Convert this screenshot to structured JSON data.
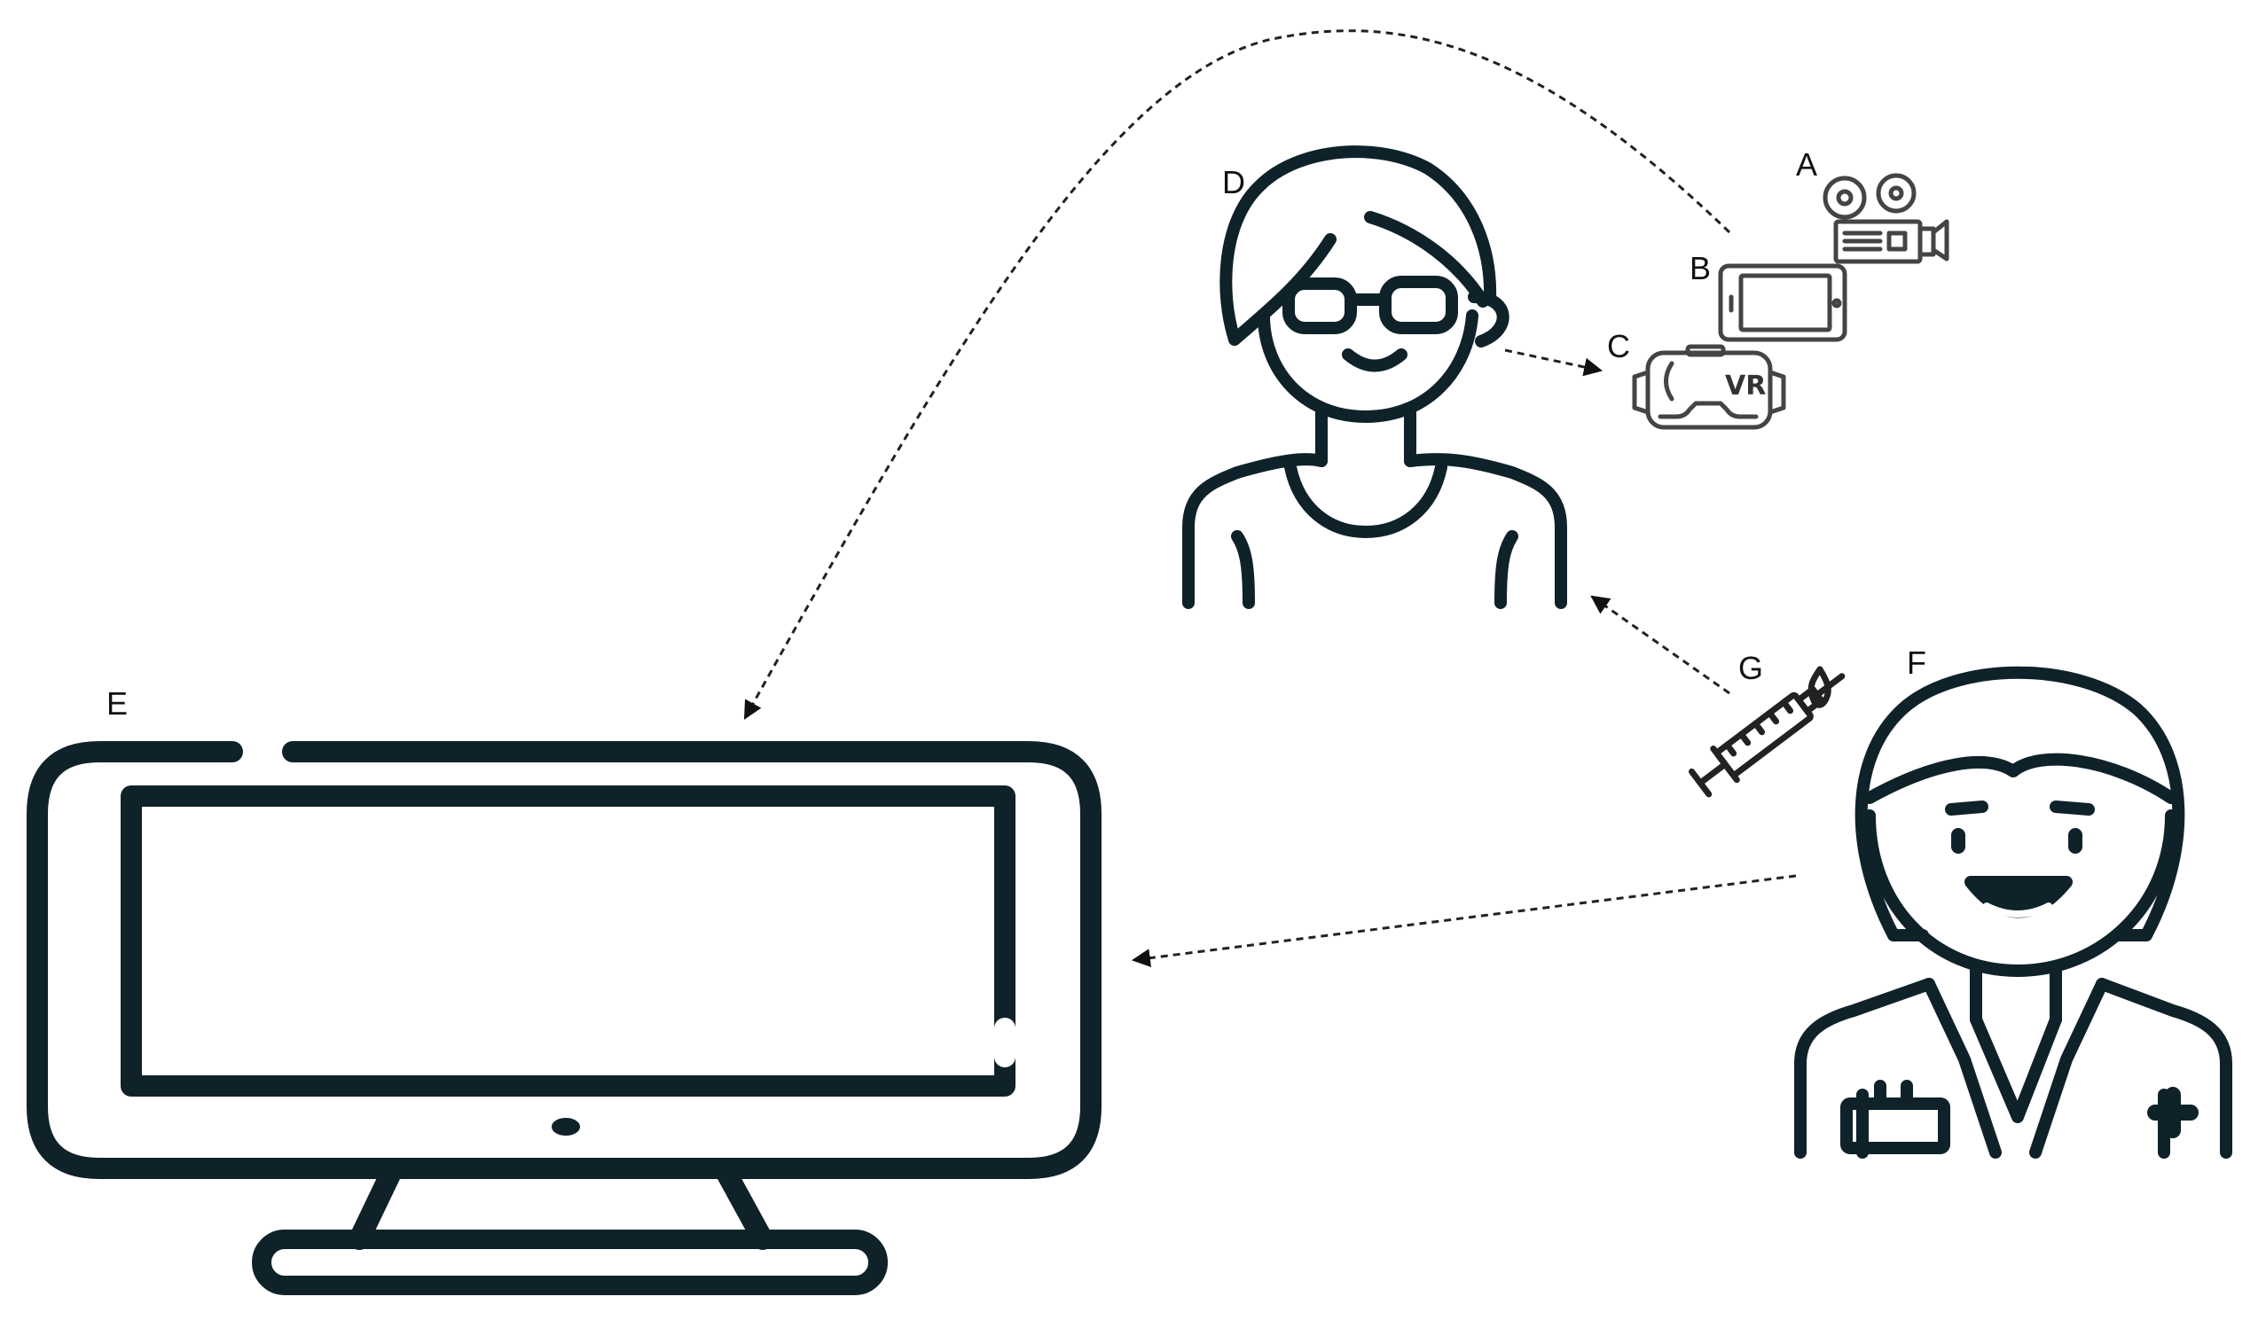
{
  "labels": {
    "a": "A",
    "b": "B",
    "c": "C",
    "d": "D",
    "e": "E",
    "f": "F",
    "g": "G"
  },
  "vr_headset_text": "VR",
  "colors": {
    "ink": "#0f222a",
    "device_ink": "#444444",
    "background": "#ffffff"
  },
  "icons": {
    "a": "film-camera-icon",
    "b": "tablet-icon",
    "c": "vr-headset-icon",
    "d": "patient-with-glasses-icon",
    "e": "computer-monitor-icon",
    "f": "doctor-icon",
    "g": "syringe-icon"
  }
}
